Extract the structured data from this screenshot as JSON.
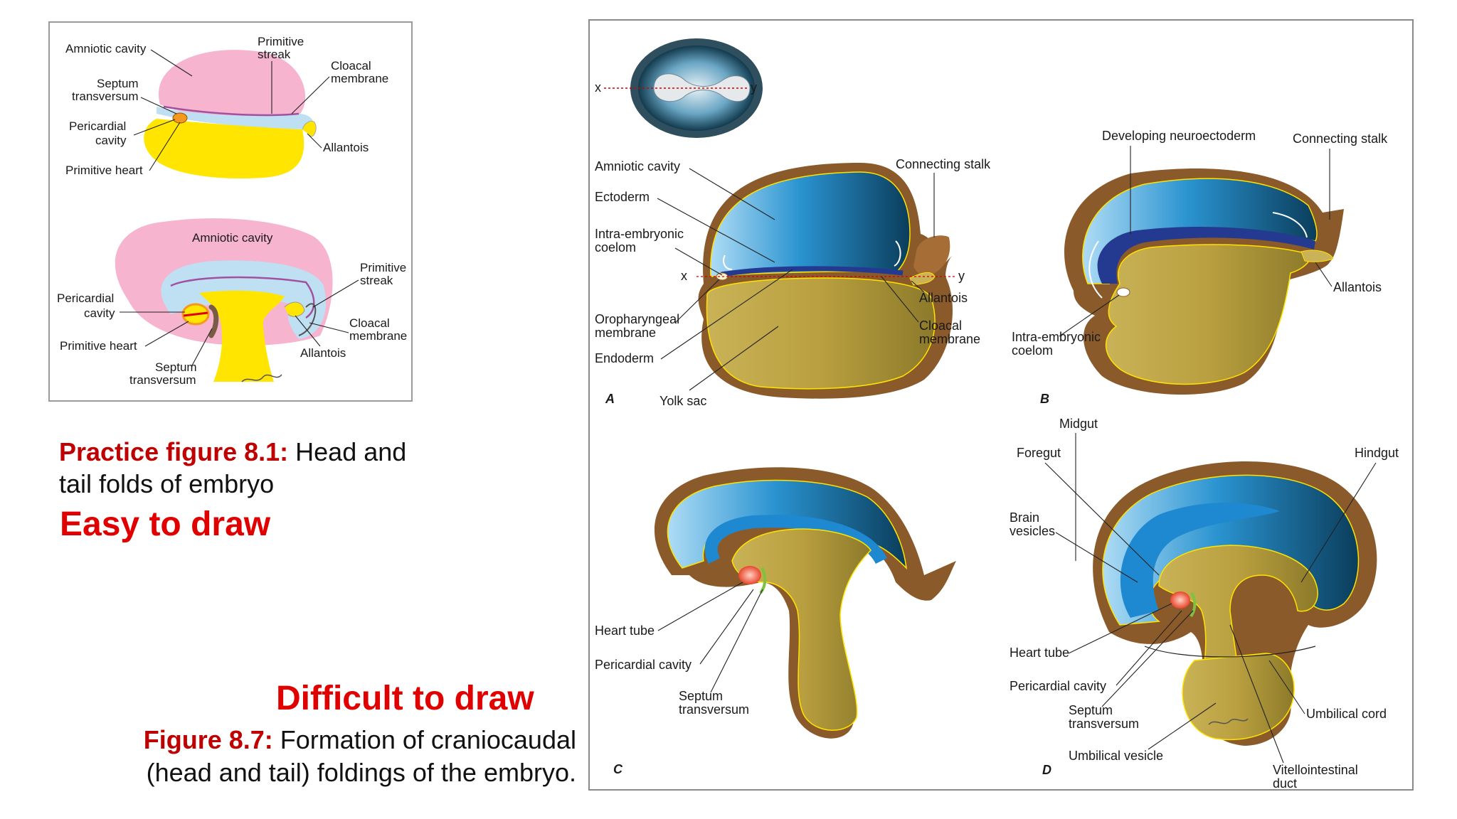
{
  "practice_caption": {
    "number": "Practice figure 8.1:",
    "text": "Head and tail folds of embryo"
  },
  "easy_label": "Easy to draw",
  "difficult_label": "Difficult to draw",
  "figure_caption": {
    "number": "Figure 8.7:",
    "text": "Formation of craniocaudal (head and tail) foldings of the embryo."
  },
  "left_top": {
    "amniotic_cavity": "Amniotic cavity",
    "primitive_streak": [
      "Primitive",
      "streak"
    ],
    "cloacal_membrane": [
      "Cloacal",
      "membrane"
    ],
    "septum_transversum": [
      "Septum",
      "transversum"
    ],
    "pericardial_cavity": [
      "Pericardial",
      "cavity"
    ],
    "allantois": "Allantois",
    "primitive_heart": "Primitive heart"
  },
  "left_bottom": {
    "amniotic_cavity": "Amniotic cavity",
    "primitive_streak": [
      "Primitive",
      "streak"
    ],
    "pericardial_cavity": [
      "Pericardial",
      "cavity"
    ],
    "cloacal_membrane": [
      "Cloacal",
      "membrane"
    ],
    "primitive_heart": "Primitive heart",
    "allantois": "Allantois",
    "septum_transversum": [
      "Septum",
      "transversum"
    ]
  },
  "panel_a": {
    "letter": "A",
    "section_x": "x",
    "section_y": "y",
    "amniotic_cavity": "Amniotic cavity",
    "ectoderm": "Ectoderm",
    "intra_embryonic_coelom": [
      "Intra-embryonic",
      "coelom"
    ],
    "connecting_stalk": "Connecting stalk",
    "allantois": "Allantois",
    "cloacal_membrane": [
      "Cloacal",
      "membrane"
    ],
    "oropharyngeal_membrane": [
      "Oropharyngeal",
      "membrane"
    ],
    "endoderm": "Endoderm",
    "yolk_sac": "Yolk sac"
  },
  "panel_b": {
    "letter": "B",
    "developing_neuroectoderm": "Developing neuroectoderm",
    "connecting_stalk": "Connecting stalk",
    "allantois": "Allantois",
    "intra_embryonic_coelom": [
      "Intra-embryonic",
      "coelom"
    ]
  },
  "panel_c": {
    "letter": "C",
    "heart_tube": "Heart tube",
    "pericardial_cavity": "Pericardial cavity",
    "septum_transversum": [
      "Septum",
      "transversum"
    ]
  },
  "panel_d": {
    "letter": "D",
    "midgut": "Midgut",
    "foregut": "Foregut",
    "hindgut": "Hindgut",
    "brain_vesicles": [
      "Brain",
      "vesicles"
    ],
    "heart_tube": "Heart tube",
    "pericardial_cavity": "Pericardial cavity",
    "septum_transversum": [
      "Septum",
      "transversum"
    ],
    "umbilical_cord": "Umbilical cord",
    "umbilical_vesicle": "Umbilical vesicle",
    "vitellointestinal_duct": [
      "Vitellointestinal",
      "duct"
    ]
  }
}
